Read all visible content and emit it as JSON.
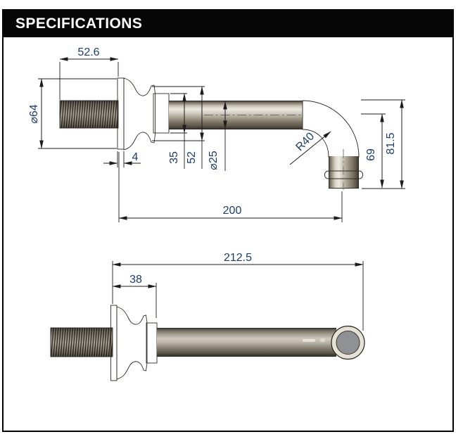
{
  "title": "SPECIFICATIONS",
  "side_view": {
    "thread_length": "52.6",
    "flange_diameter": "⌀64",
    "flange_thickness": "4",
    "collar_diameter": "35",
    "bell_diameter": "52",
    "pipe_diameter": "⌀25",
    "bend_radius": "R40",
    "outlet_drop_center": "69",
    "outlet_drop_overall": "81.5",
    "spout_reach": "200"
  },
  "top_view": {
    "overall_length": "212.5",
    "base_length": "38"
  },
  "colors": {
    "dimension_text": "#1d3d6e",
    "line": "#1c1c1c",
    "header_bg": "#060606",
    "header_text": "#ffffff"
  }
}
